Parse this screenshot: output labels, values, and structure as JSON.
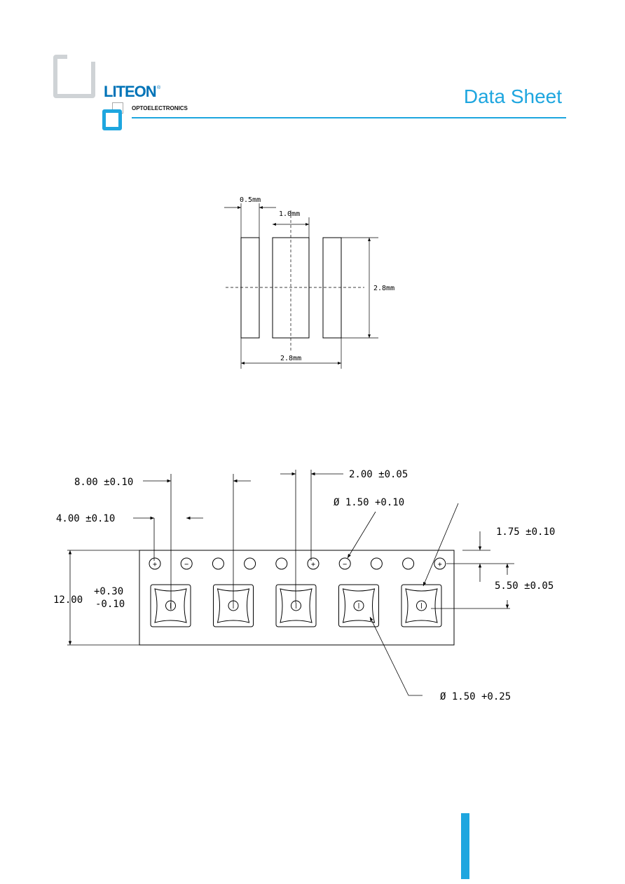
{
  "header": {
    "brand": "LITEON",
    "registered_mark": "®",
    "division": "OPTOELECTRONICS",
    "title": "Data Sheet"
  },
  "pad_layout": {
    "dim_pad_width": "0.5mm",
    "dim_center_width": "1.0mm",
    "dim_height": "2.8mm",
    "dim_total_width": "2.8mm"
  },
  "tape_drawing": {
    "pitch": "8.00 ±0.10",
    "sprocket_pitch": "4.00 ±0.10",
    "hole_to_pocket": "2.00 ±0.05",
    "sprocket_hole_dia": "Ø  1.50 +0.10",
    "edge_to_hole": "1.75 ±0.10",
    "width": "12.00",
    "width_tol_plus": "+0.30",
    "width_tol_minus": "-0.10",
    "hole_to_pocket_center": "5.50 ±0.05",
    "pocket_hole_dia": "Ø  1.50 +0.25",
    "hole_symbols": [
      "+",
      "−",
      "",
      "",
      "",
      "+",
      "−",
      "",
      "",
      "+"
    ]
  }
}
